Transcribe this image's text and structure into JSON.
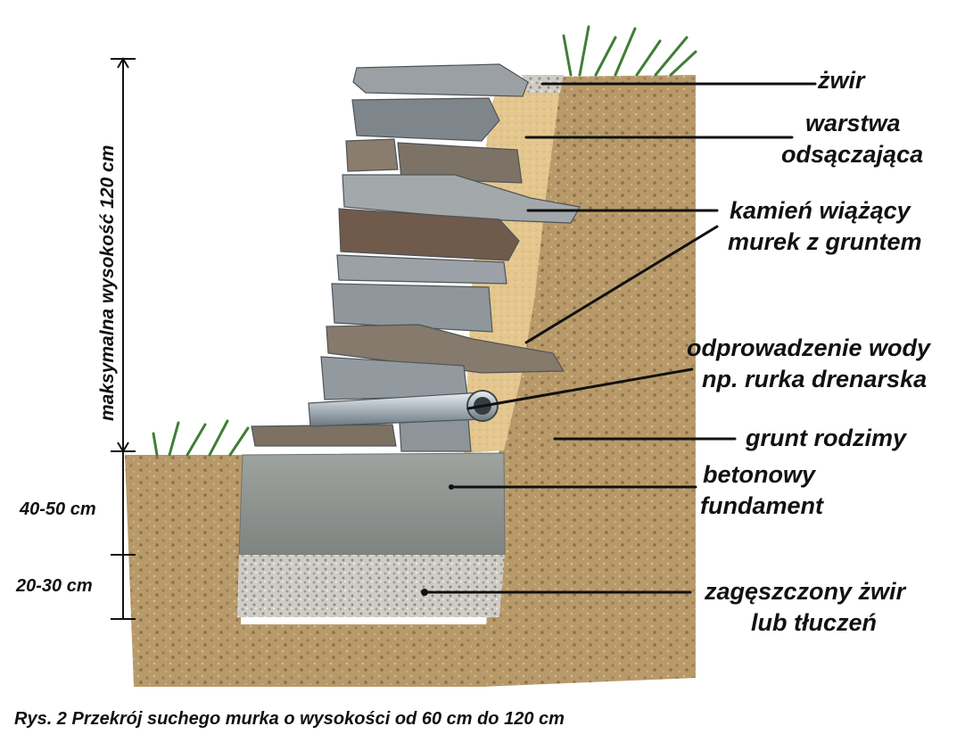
{
  "labels": {
    "gravel_top": "żwir",
    "drainage_layer_1": "warstwa",
    "drainage_layer_2": "odsączająca",
    "tie_stone_1": "kamień wiążący",
    "tie_stone_2": "murek z gruntem",
    "water_drain_1": "odprowadzenie wody",
    "water_drain_2": "np. rurka drenarska",
    "native_soil": "grunt rodzimy",
    "foundation_1": "betonowy",
    "foundation_2": "fundament",
    "compacted_gravel_1": "zagęszczony żwir",
    "compacted_gravel_2": "lub tłuczeń"
  },
  "dimensions": {
    "max_height": "maksymalna wysokość  120 cm",
    "foundation_depth": "40-50 cm",
    "gravel_depth": "20-30 cm"
  },
  "caption": "Rys. 2 Przekrój suchego murka o wysokości od 60 cm  do 120 cm",
  "colors": {
    "soil": "#b89a6a",
    "sand": "#e4c78e",
    "concrete": "#8f9491",
    "gravel": "#c9c6c0",
    "stone": "#8a8f93",
    "leader": "#111111"
  }
}
